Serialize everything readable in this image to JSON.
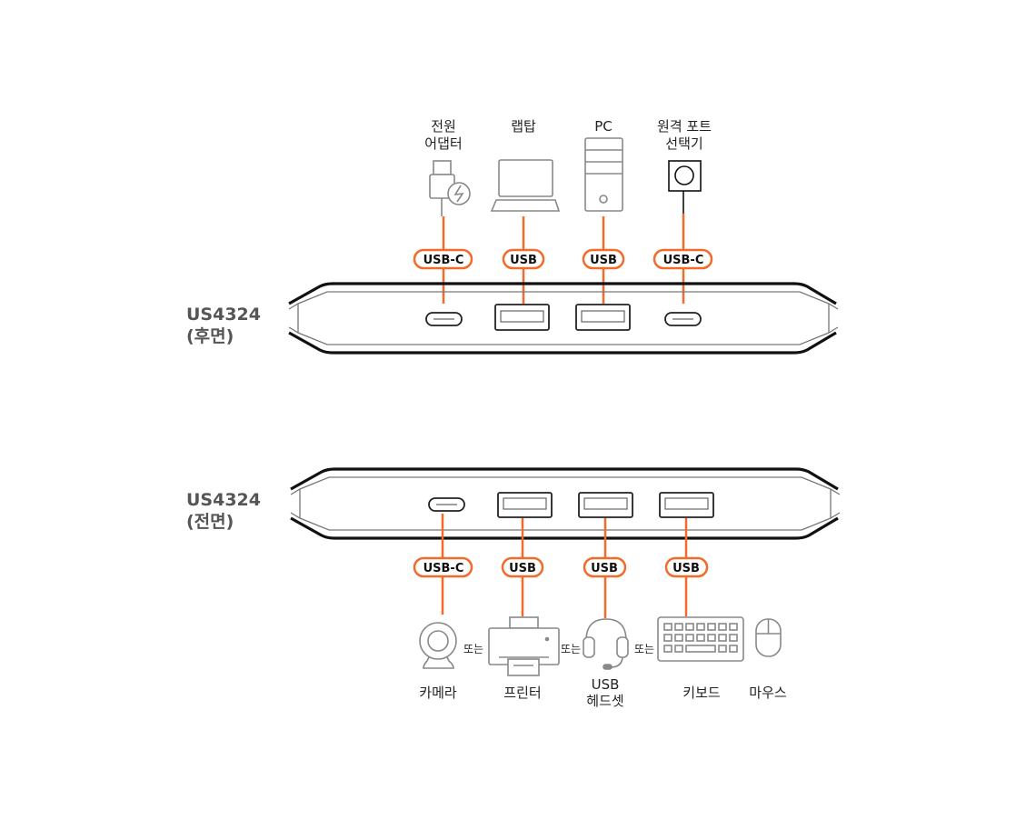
{
  "rear": {
    "device_name": "US4324",
    "device_side": "(후면)",
    "connections": [
      {
        "device_line1": "전원",
        "device_line2": "어댑터",
        "port": "USB-C",
        "icon": "power-adapter-icon"
      },
      {
        "device_line1": "랩탑",
        "port": "USB",
        "icon": "laptop-icon"
      },
      {
        "device_line1": "PC",
        "port": "USB",
        "icon": "pc-tower-icon"
      },
      {
        "device_line1": "원격 포트",
        "device_line2": "선택기",
        "port": "USB-C",
        "icon": "remote-selector-icon"
      }
    ]
  },
  "front": {
    "device_name": "US4324",
    "device_side": "(전면)",
    "connections": [
      {
        "port": "USB-C"
      },
      {
        "port": "USB"
      },
      {
        "port": "USB"
      },
      {
        "port": "USB"
      }
    ],
    "peripherals": [
      {
        "label": "카메라",
        "icon": "camera-icon"
      },
      {
        "label": "프린터",
        "icon": "printer-icon"
      },
      {
        "label_line1": "USB",
        "label_line2": "헤드셋",
        "icon": "headset-icon"
      },
      {
        "label": "키보드",
        "icon": "keyboard-icon"
      },
      {
        "label": "마우스",
        "icon": "mouse-icon"
      }
    ],
    "or_text": "또는"
  },
  "colors": {
    "accent": "#f26b2a",
    "outline": "#111111",
    "icon": "#888888"
  }
}
